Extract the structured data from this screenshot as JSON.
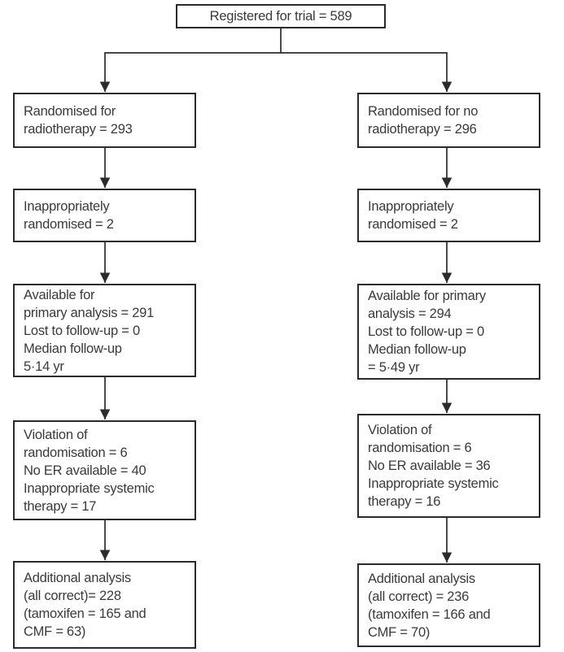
{
  "diagram": {
    "top_box": {
      "text": "Registered for trial = 589"
    },
    "columns": {
      "left": {
        "boxes": [
          {
            "text": "Randomised for\nradiotherapy = 293"
          },
          {
            "text": "Inappropriately\nrandomised = 2"
          },
          {
            "text": "Available for\nprimary analysis = 291\nLost to follow-up = 0\nMedian follow-up\n5·14 yr"
          },
          {
            "text": "Violation of\nrandomisation = 6\nNo ER available = 40\nInappropriate systemic\ntherapy = 17"
          },
          {
            "text": "Additional analysis\n(all correct)= 228\n(tamoxifen = 165 and\nCMF = 63)"
          }
        ]
      },
      "right": {
        "boxes": [
          {
            "text": "Randomised for no\nradiotherapy = 296"
          },
          {
            "text": "Inappropriately\nrandomised = 2"
          },
          {
            "text": "Available for primary\nanalysis = 294\nLost to follow-up = 0\nMedian follow-up\n= 5·49 yr"
          },
          {
            "text": "Violation of\nrandomisation = 6\nNo ER available = 36\nInappropriate systemic\ntherapy = 16"
          },
          {
            "text": "Additional analysis\n(all correct) = 236\n(tamoxifen = 166 and\nCMF = 70)"
          }
        ]
      }
    },
    "colors": {
      "line": "#2b2b2b",
      "text": "#3a3a3a",
      "background": "#ffffff"
    }
  }
}
